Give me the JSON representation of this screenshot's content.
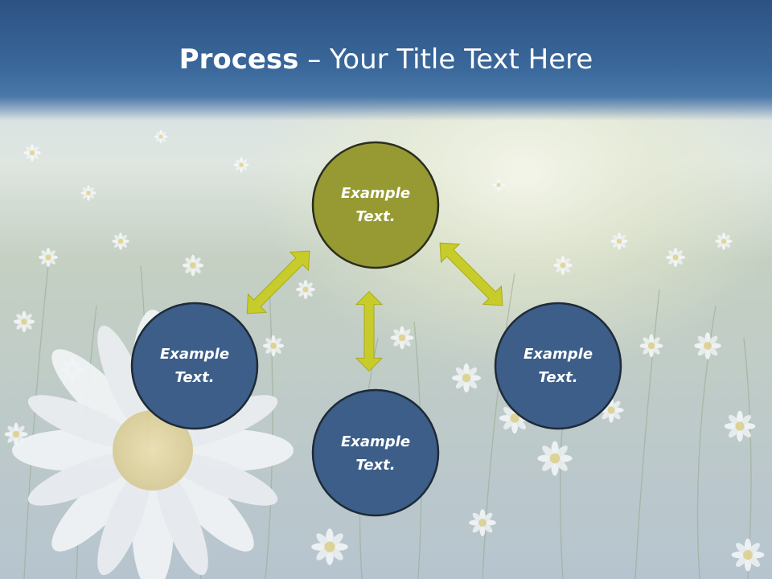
{
  "slide": {
    "title_bold": "Process",
    "title_dash": " – ",
    "title_rest": "Your Title Text Here"
  },
  "nodes": [
    {
      "id": "top",
      "line1": "Example",
      "line2": "Text.",
      "color": "#979a33"
    },
    {
      "id": "left",
      "line1": "Example",
      "line2": "Text.",
      "color": "#3c5e88"
    },
    {
      "id": "right",
      "line1": "Example",
      "line2": "Text.",
      "color": "#3c5e88"
    },
    {
      "id": "bottom",
      "line1": "Example",
      "line2": "Text.",
      "color": "#3c5e88"
    }
  ],
  "colors": {
    "title_bar": "#3a679a",
    "accent_node": "#979a33",
    "primary_node": "#3c5e88",
    "arrow": "#c8cc2a",
    "node_stroke": "#1f2a38"
  }
}
